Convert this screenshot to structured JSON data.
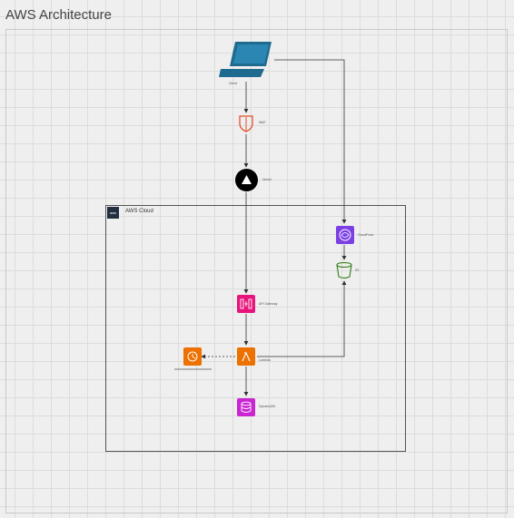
{
  "title": "AWS Architecture",
  "cloud": {
    "badge": "aws",
    "label": "AWS Cloud"
  },
  "nodes": {
    "client": {
      "label": "Client",
      "icon": "laptop-icon"
    },
    "waf": {
      "label": "WAF",
      "icon": "shield-icon"
    },
    "vercel": {
      "label": "Vercel",
      "icon": "vercel-icon"
    },
    "cloudfront": {
      "label": "CloudFront",
      "icon": "cloudfront-icon",
      "color": "#7b3fe4"
    },
    "s3": {
      "label": "S3",
      "icon": "bucket-icon"
    },
    "apigateway": {
      "label": "API Gateway",
      "icon": "api-gateway-icon",
      "color": "#e7157b"
    },
    "lambda": {
      "label": "Lambda",
      "icon": "lambda-icon",
      "color": "#ed7100"
    },
    "rds": {
      "label": "",
      "icon": "rds-icon",
      "color": "#ed7100"
    },
    "dynamodb": {
      "label": "DynamoDB",
      "icon": "dynamodb-icon",
      "color": "#c925d1"
    }
  },
  "colors": {
    "laptop": "#1f6a8f",
    "waf": "#e0502d",
    "s3": "#3f8624"
  }
}
